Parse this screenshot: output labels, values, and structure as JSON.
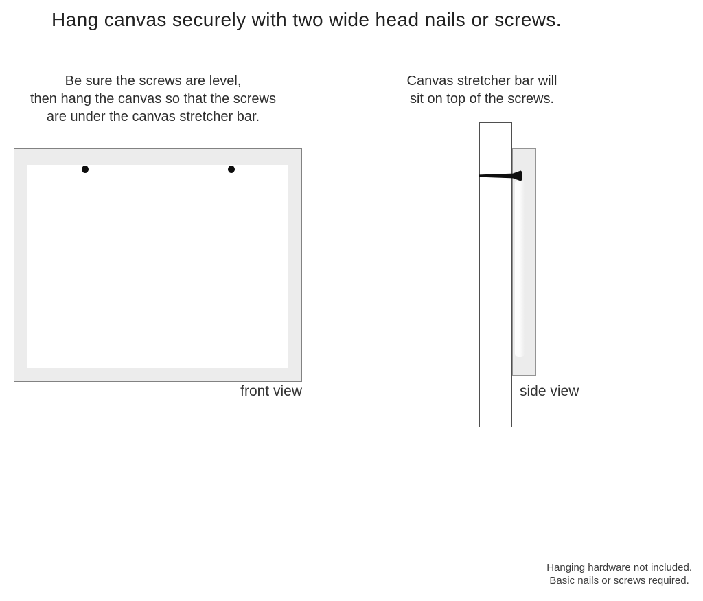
{
  "page": {
    "title": "Hang canvas securely with two wide head nails or screws."
  },
  "notes": {
    "front": "Be sure the screws are level,\nthen hang the canvas so that the screws\nare under the canvas stretcher bar.",
    "side": "Canvas stretcher bar will\nsit on top of the screws."
  },
  "diagrams": {
    "front_view_label": "front view",
    "side_view_label": "side view",
    "screw_count": 2
  },
  "footer": {
    "note": "Hanging hardware not included.\nBasic nails or screws required."
  },
  "icons": {
    "screw_head": "black-dot",
    "nail": "side-profile-wide-head-nail"
  },
  "colors": {
    "background": "#ffffff",
    "frame_fill": "#ececec",
    "canvas_face": "#ffffff",
    "frame_outline": "#828282",
    "bar_outline": "#4f4f4f",
    "nail": "#0f0f0f",
    "text": "#2d2d2d"
  }
}
